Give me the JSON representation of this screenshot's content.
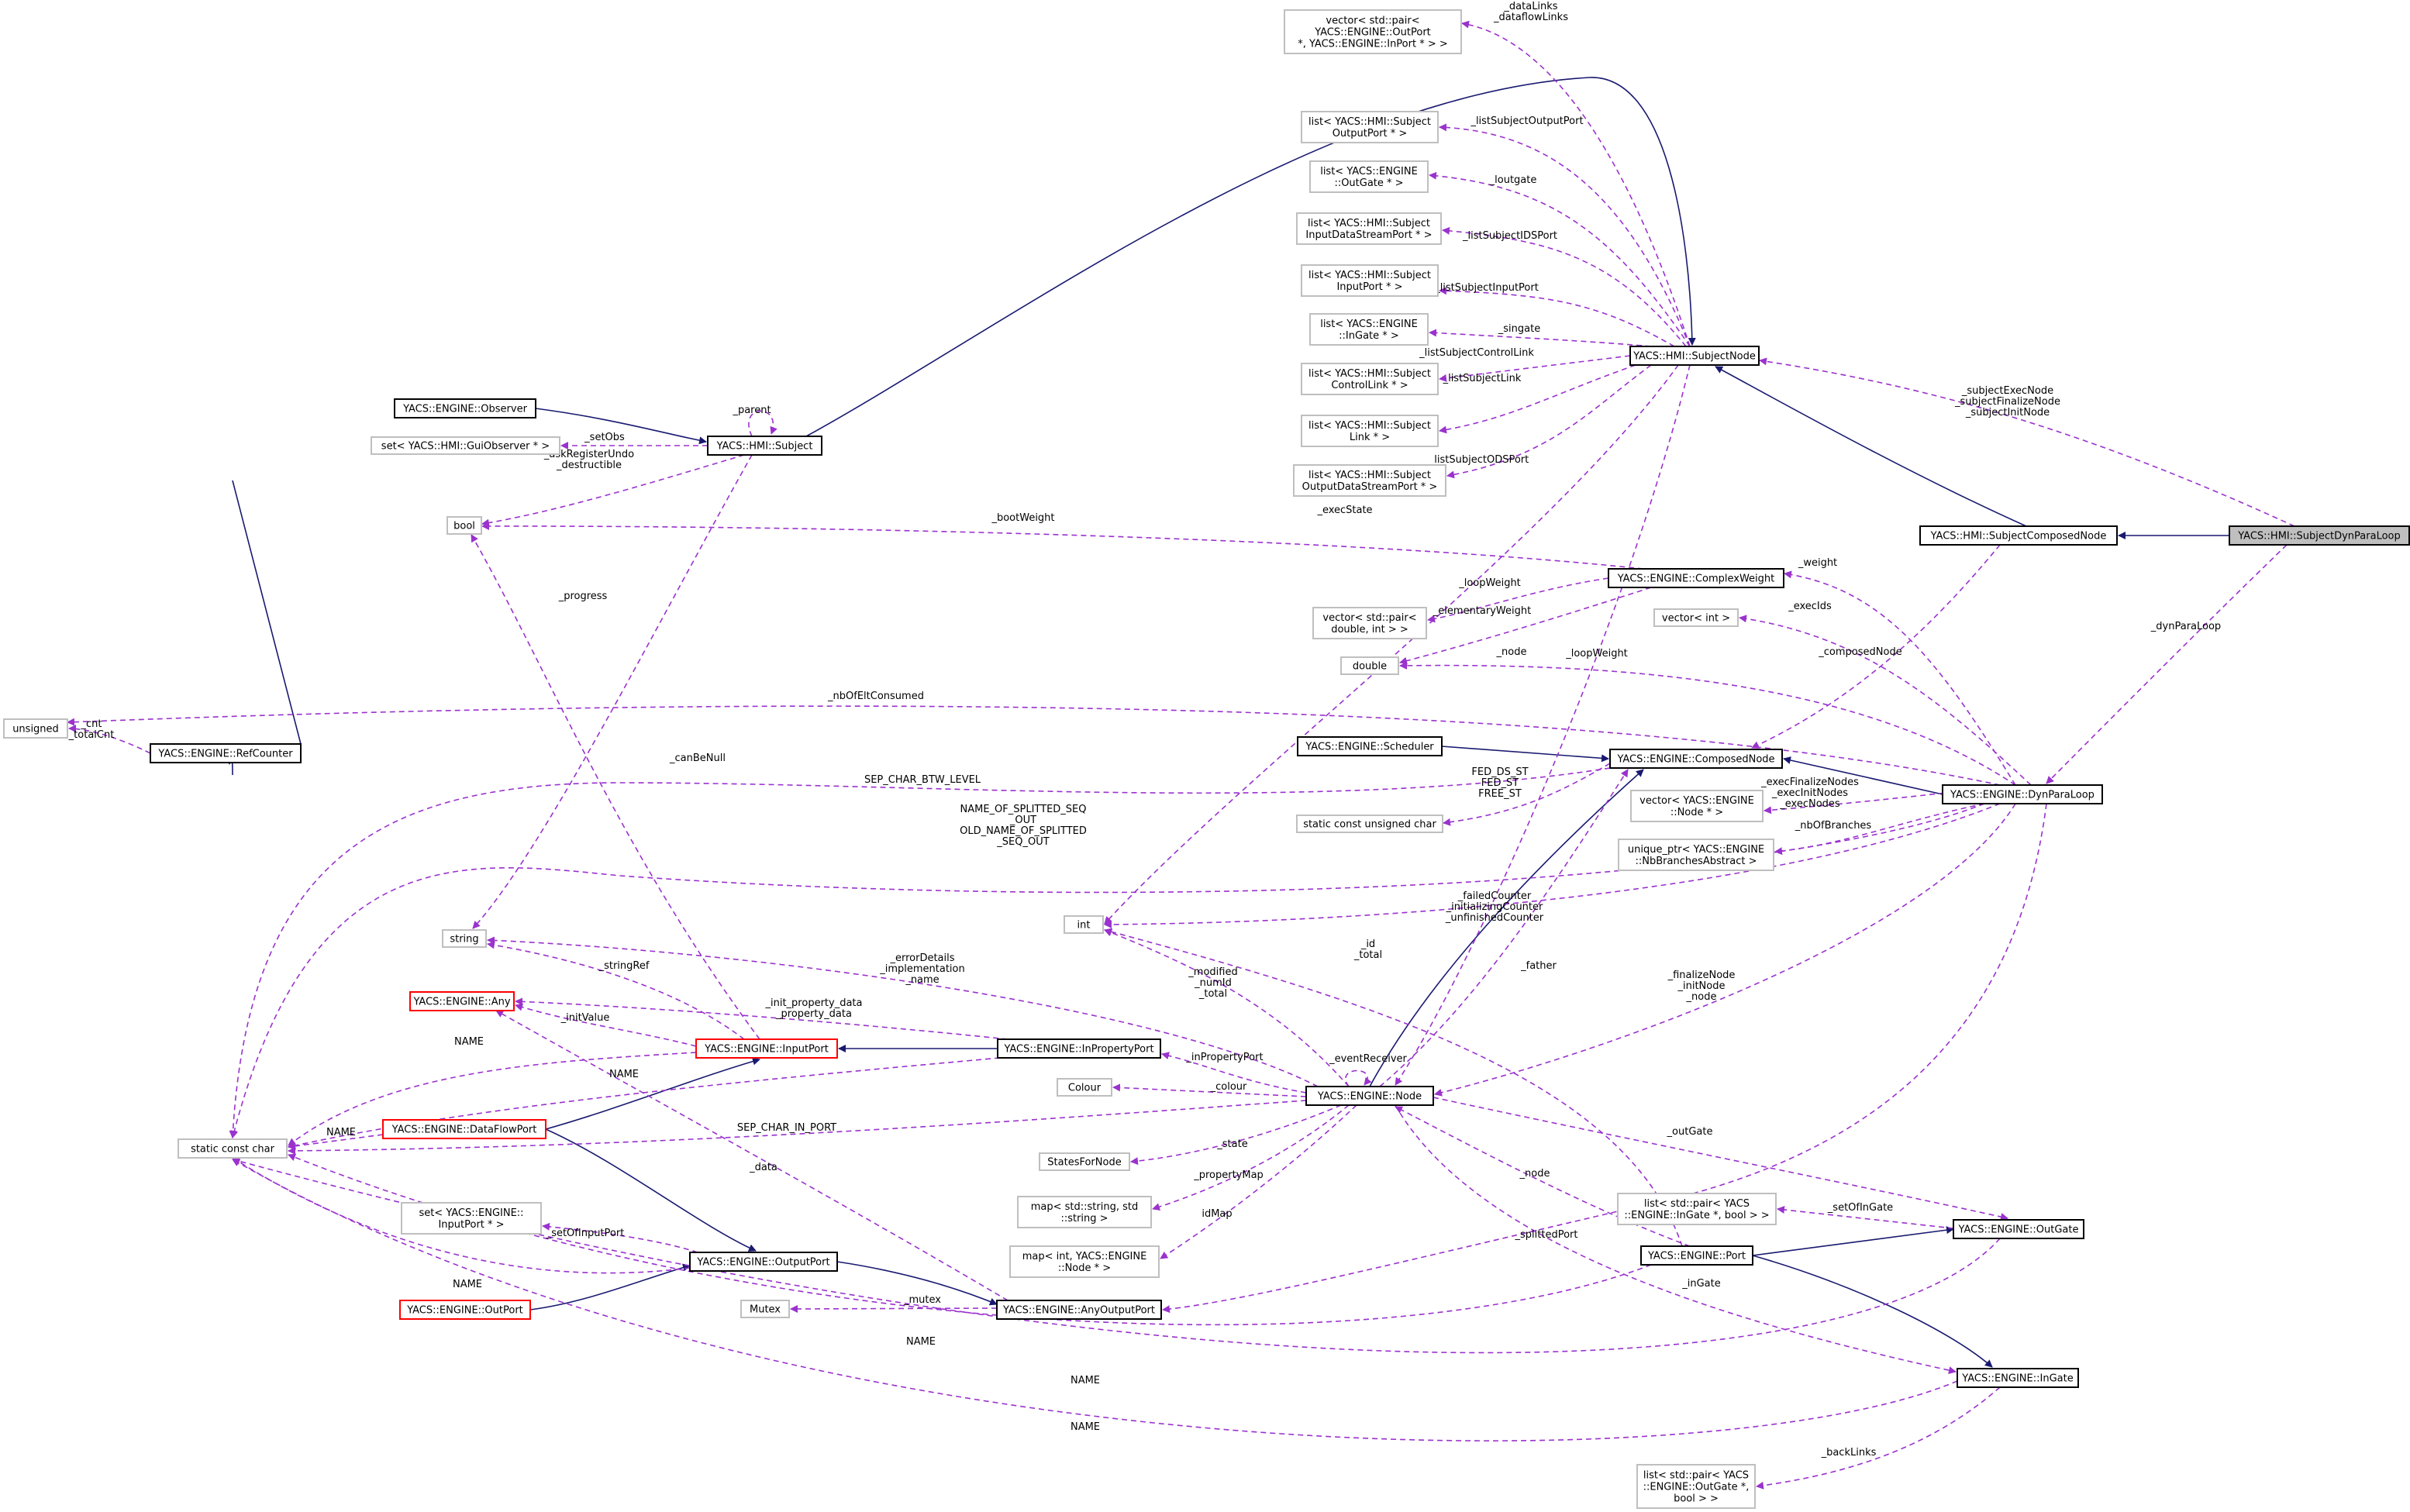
{
  "colors": {
    "inheritance": "#191970",
    "usage": "#9a32cd",
    "strong_border": "#000000",
    "weak_border": "#bfbfbf",
    "incomplete_border": "#ff0000",
    "highlight_fill": "#bfbfbf"
  },
  "nodes": [
    {
      "id": "dynParaLoopSubject",
      "lines": [
        "YACS::HMI::SubjectDynParaLoop"
      ],
      "style": "highlight"
    },
    {
      "id": "subjectComposedNode",
      "lines": [
        "YACS::HMI::SubjectComposedNode"
      ],
      "style": "strong"
    },
    {
      "id": "subjectNode",
      "lines": [
        "YACS::HMI::SubjectNode"
      ],
      "style": "strong"
    },
    {
      "id": "subject",
      "lines": [
        "YACS::HMI::Subject"
      ],
      "style": "strong"
    },
    {
      "id": "observer",
      "lines": [
        "YACS::ENGINE::Observer"
      ],
      "style": "strong"
    },
    {
      "id": "setGuiObserver",
      "lines": [
        "set< YACS::HMI::GuiObserver * >"
      ],
      "style": "weak"
    },
    {
      "id": "bool",
      "lines": [
        "bool"
      ],
      "style": "weak"
    },
    {
      "id": "vecPairOutIn",
      "lines": [
        "vector< std::pair<",
        "YACS::ENGINE::OutPort",
        "*, YACS::ENGINE::InPort * > >"
      ],
      "style": "weak"
    },
    {
      "id": "listSubjOutPort",
      "lines": [
        "list< YACS::HMI::Subject",
        "OutputPort * >"
      ],
      "style": "weak"
    },
    {
      "id": "listOutGate",
      "lines": [
        "list< YACS::ENGINE",
        "::OutGate * >"
      ],
      "style": "weak"
    },
    {
      "id": "listSubjInDS",
      "lines": [
        "list< YACS::HMI::Subject",
        "InputDataStreamPort * >"
      ],
      "style": "weak"
    },
    {
      "id": "listSubjInPort",
      "lines": [
        "list< YACS::HMI::Subject",
        "InputPort * >"
      ],
      "style": "weak"
    },
    {
      "id": "listInGate",
      "lines": [
        "list< YACS::ENGINE",
        "::InGate * >"
      ],
      "style": "weak"
    },
    {
      "id": "listSubjCtrlLink",
      "lines": [
        "list< YACS::HMI::Subject",
        "ControlLink * >"
      ],
      "style": "weak"
    },
    {
      "id": "listSubjLink",
      "lines": [
        "list< YACS::HMI::Subject",
        "Link * >"
      ],
      "style": "weak"
    },
    {
      "id": "listSubjOutDS",
      "lines": [
        "list< YACS::HMI::Subject",
        "OutputDataStreamPort * >"
      ],
      "style": "weak"
    },
    {
      "id": "complexWeight",
      "lines": [
        "YACS::ENGINE::ComplexWeight"
      ],
      "style": "strong"
    },
    {
      "id": "vecPairDoubleInt",
      "lines": [
        "vector< std::pair<",
        "double, int > >"
      ],
      "style": "weak"
    },
    {
      "id": "double",
      "lines": [
        "double"
      ],
      "style": "weak"
    },
    {
      "id": "vecInt",
      "lines": [
        "vector< int >"
      ],
      "style": "weak"
    },
    {
      "id": "unsigned",
      "lines": [
        "unsigned"
      ],
      "style": "weak"
    },
    {
      "id": "refCounter",
      "lines": [
        "YACS::ENGINE::RefCounter"
      ],
      "style": "strong"
    },
    {
      "id": "scheduler",
      "lines": [
        "YACS::ENGINE::Scheduler"
      ],
      "style": "strong"
    },
    {
      "id": "composedNode",
      "lines": [
        "YACS::ENGINE::ComposedNode"
      ],
      "style": "strong"
    },
    {
      "id": "dynParaLoop",
      "lines": [
        "YACS::ENGINE::DynParaLoop"
      ],
      "style": "strong"
    },
    {
      "id": "staticConstUChar",
      "lines": [
        "static const unsigned char"
      ],
      "style": "weak"
    },
    {
      "id": "vecNodePtr",
      "lines": [
        "vector< YACS::ENGINE",
        "::Node * >"
      ],
      "style": "weak"
    },
    {
      "id": "uniqueNbBranches",
      "lines": [
        "unique_ptr< YACS::ENGINE",
        "::NbBranchesAbstract >"
      ],
      "style": "weak"
    },
    {
      "id": "int",
      "lines": [
        "int"
      ],
      "style": "weak"
    },
    {
      "id": "string",
      "lines": [
        "string"
      ],
      "style": "weak"
    },
    {
      "id": "any",
      "lines": [
        "YACS::ENGINE::Any"
      ],
      "style": "incomplete"
    },
    {
      "id": "inputPort",
      "lines": [
        "YACS::ENGINE::InputPort"
      ],
      "style": "incomplete"
    },
    {
      "id": "inPropertyPort",
      "lines": [
        "YACS::ENGINE::InPropertyPort"
      ],
      "style": "strong"
    },
    {
      "id": "colour",
      "lines": [
        "Colour"
      ],
      "style": "weak"
    },
    {
      "id": "node",
      "lines": [
        "YACS::ENGINE::Node"
      ],
      "style": "strong"
    },
    {
      "id": "dataFlowPort",
      "lines": [
        "YACS::ENGINE::DataFlowPort"
      ],
      "style": "incomplete"
    },
    {
      "id": "staticConstChar",
      "lines": [
        "static const char"
      ],
      "style": "weak"
    },
    {
      "id": "statesForNode",
      "lines": [
        "StatesForNode"
      ],
      "style": "weak"
    },
    {
      "id": "mapStringString",
      "lines": [
        "map< std::string, std",
        "::string >"
      ],
      "style": "weak"
    },
    {
      "id": "mapIntNode",
      "lines": [
        "map< int, YACS::ENGINE",
        "::Node * >"
      ],
      "style": "weak"
    },
    {
      "id": "setInputPort",
      "lines": [
        "set< YACS::ENGINE::",
        "InputPort * >"
      ],
      "style": "weak"
    },
    {
      "id": "outputPort",
      "lines": [
        "YACS::ENGINE::OutputPort"
      ],
      "style": "strong"
    },
    {
      "id": "outPort",
      "lines": [
        "YACS::ENGINE::OutPort"
      ],
      "style": "incomplete"
    },
    {
      "id": "mutex",
      "lines": [
        "Mutex"
      ],
      "style": "weak"
    },
    {
      "id": "anyOutputPort",
      "lines": [
        "YACS::ENGINE::AnyOutputPort"
      ],
      "style": "strong"
    },
    {
      "id": "listPairInGate",
      "lines": [
        "list< std::pair< YACS",
        "::ENGINE::InGate *, bool > >"
      ],
      "style": "weak"
    },
    {
      "id": "outGate",
      "lines": [
        "YACS::ENGINE::OutGate"
      ],
      "style": "strong"
    },
    {
      "id": "port",
      "lines": [
        "YACS::ENGINE::Port"
      ],
      "style": "strong"
    },
    {
      "id": "inGate",
      "lines": [
        "YACS::ENGINE::InGate"
      ],
      "style": "strong"
    },
    {
      "id": "listPairOutGate",
      "lines": [
        "list< std::pair< YACS",
        "::ENGINE::OutGate *,",
        "bool > >"
      ],
      "style": "weak"
    }
  ],
  "edges": [
    {
      "from": "subjectComposedNode",
      "to": "dynParaLoopSubject",
      "kind": "inherit"
    },
    {
      "from": "subjectNode",
      "to": "subjectComposedNode",
      "kind": "inherit"
    },
    {
      "from": "subject",
      "to": "subjectNode",
      "kind": "inherit"
    },
    {
      "from": "observer",
      "to": "subject",
      "kind": "inherit"
    },
    {
      "from": "refCounter",
      "to": "any",
      "kind": "inherit"
    },
    {
      "from": "scheduler",
      "to": "composedNode",
      "kind": "inherit"
    },
    {
      "from": "composedNode",
      "to": "dynParaLoop",
      "kind": "inherit"
    },
    {
      "from": "node",
      "to": "composedNode",
      "kind": "inherit"
    },
    {
      "from": "inputPort",
      "to": "inPropertyPort",
      "kind": "inherit"
    },
    {
      "from": "dataFlowPort",
      "to": "inputPort",
      "kind": "inherit"
    },
    {
      "from": "dataFlowPort",
      "to": "outputPort",
      "kind": "inherit"
    },
    {
      "from": "outPort",
      "to": "outputPort",
      "kind": "inherit"
    },
    {
      "from": "outputPort",
      "to": "anyOutputPort",
      "kind": "inherit"
    },
    {
      "from": "port",
      "to": "outGate",
      "kind": "inherit"
    },
    {
      "from": "port",
      "to": "inGate",
      "kind": "inherit"
    },
    {
      "from": "dynParaLoopSubject",
      "to": "subjectNode",
      "kind": "use",
      "label": [
        "_subjectExecNode",
        "_subjectFinalizeNode",
        "_subjectInitNode"
      ]
    },
    {
      "from": "dynParaLoopSubject",
      "to": "dynParaLoop",
      "kind": "use",
      "label": [
        "_dynParaLoop"
      ]
    },
    {
      "from": "subjectComposedNode",
      "to": "composedNode",
      "kind": "use",
      "label": [
        "_composedNode"
      ]
    },
    {
      "from": "subjectNode",
      "to": "vecPairOutIn",
      "kind": "use",
      "label": [
        "_dataLinks",
        "_dataflowLinks"
      ]
    },
    {
      "from": "subjectNode",
      "to": "listSubjOutPort",
      "kind": "use",
      "label": [
        "_listSubjectOutputPort"
      ]
    },
    {
      "from": "subjectNode",
      "to": "listOutGate",
      "kind": "use",
      "label": [
        "_loutgate"
      ]
    },
    {
      "from": "subjectNode",
      "to": "listSubjInDS",
      "kind": "use",
      "label": [
        "_listSubjectIDSPort"
      ]
    },
    {
      "from": "subjectNode",
      "to": "listSubjInPort",
      "kind": "use",
      "label": [
        "_listSubjectInputPort"
      ]
    },
    {
      "from": "subjectNode",
      "to": "listInGate",
      "kind": "use",
      "label": [
        "_singate"
      ]
    },
    {
      "from": "subjectNode",
      "to": "listSubjCtrlLink",
      "kind": "use",
      "label": [
        "_listSubjectControlLink"
      ]
    },
    {
      "from": "subjectNode",
      "to": "listSubjLink",
      "kind": "use",
      "label": [
        "_listSubjectLink"
      ]
    },
    {
      "from": "subjectNode",
      "to": "listSubjOutDS",
      "kind": "use",
      "label": [
        "_listSubjectODSPort"
      ]
    },
    {
      "from": "subjectNode",
      "to": "int",
      "kind": "use",
      "label": [
        "_execState"
      ]
    },
    {
      "from": "subjectNode",
      "to": "node",
      "kind": "use",
      "label": [
        "_node"
      ]
    },
    {
      "from": "subject",
      "to": "subject",
      "kind": "use",
      "label": [
        "_parent"
      ]
    },
    {
      "from": "subject",
      "to": "setGuiObserver",
      "kind": "use",
      "label": [
        "_setObs"
      ]
    },
    {
      "from": "subject",
      "to": "bool",
      "kind": "use",
      "label": [
        "_askRegisterUndo",
        "_destructible"
      ]
    },
    {
      "from": "subject",
      "to": "string",
      "kind": "use",
      "label": [
        "_progress"
      ]
    },
    {
      "from": "complexWeight",
      "to": "bool",
      "kind": "use",
      "label": [
        "_bootWeight"
      ]
    },
    {
      "from": "complexWeight",
      "to": "vecPairDoubleInt",
      "kind": "use",
      "label": [
        "_loopWeight"
      ]
    },
    {
      "from": "complexWeight",
      "to": "double",
      "kind": "use",
      "label": [
        "_elementaryWeight"
      ]
    },
    {
      "from": "dynParaLoop",
      "to": "complexWeight",
      "kind": "use",
      "label": [
        "_weight"
      ]
    },
    {
      "from": "dynParaLoop",
      "to": "vecInt",
      "kind": "use",
      "label": [
        "_execIds"
      ]
    },
    {
      "from": "dynParaLoop",
      "to": "double",
      "kind": "use",
      "label": [
        "_loopWeight"
      ]
    },
    {
      "from": "dynParaLoop",
      "to": "unsigned",
      "kind": "use",
      "label": [
        "_nbOfEltConsumed"
      ]
    },
    {
      "from": "dynParaLoop",
      "to": "vecNodePtr",
      "kind": "use",
      "label": [
        "_execFinalizeNodes",
        "_execInitNodes",
        "_execNodes"
      ]
    },
    {
      "from": "dynParaLoop",
      "to": "uniqueNbBranches",
      "kind": "use",
      "label": [
        "_nbOfBranches"
      ]
    },
    {
      "from": "dynParaLoop",
      "to": "staticConstChar",
      "kind": "use",
      "label": [
        "NAME_OF_SPLITTED_SEQ",
        "_OUT",
        "OLD_NAME_OF_SPLITTED",
        "_SEQ_OUT"
      ]
    },
    {
      "from": "dynParaLoop",
      "to": "int",
      "kind": "use",
      "label": [
        "_failedCounter",
        "_initializingCounter",
        "_unfinishedCounter"
      ]
    },
    {
      "from": "dynParaLoop",
      "to": "node",
      "kind": "use",
      "label": [
        "_finalizeNode",
        "_initNode",
        "_node"
      ]
    },
    {
      "from": "dynParaLoop",
      "to": "anyOutputPort",
      "kind": "use",
      "label": [
        "_splittedPort"
      ]
    },
    {
      "from": "refCounter",
      "to": "unsigned",
      "kind": "use",
      "label": [
        "_cnt",
        "_totalCnt"
      ]
    },
    {
      "from": "composedNode",
      "to": "staticConstUChar",
      "kind": "use",
      "label": [
        "FED_DS_ST",
        "FED_ST",
        "FREE_ST"
      ]
    },
    {
      "from": "composedNode",
      "to": "staticConstChar",
      "kind": "use",
      "label": [
        "SEP_CHAR_BTW_LEVEL"
      ]
    },
    {
      "from": "node",
      "to": "int",
      "kind": "use",
      "label": [
        "_modified",
        "_numId",
        "_total"
      ]
    },
    {
      "from": "node",
      "to": "string",
      "kind": "use",
      "label": [
        "_errorDetails",
        "_implementation",
        "_name"
      ]
    },
    {
      "from": "node",
      "to": "composedNode",
      "kind": "use",
      "label": [
        "_father"
      ]
    },
    {
      "from": "node",
      "to": "node",
      "kind": "use",
      "label": [
        "_eventReceiver"
      ]
    },
    {
      "from": "node",
      "to": "inPropertyPort",
      "kind": "use",
      "label": [
        "_inPropertyPort"
      ]
    },
    {
      "from": "node",
      "to": "colour",
      "kind": "use",
      "label": [
        "_colour"
      ]
    },
    {
      "from": "node",
      "to": "staticConstChar",
      "kind": "use",
      "label": [
        "SEP_CHAR_IN_PORT"
      ]
    },
    {
      "from": "node",
      "to": "statesForNode",
      "kind": "use",
      "label": [
        "_state"
      ]
    },
    {
      "from": "node",
      "to": "mapStringString",
      "kind": "use",
      "label": [
        "_propertyMap"
      ]
    },
    {
      "from": "node",
      "to": "mapIntNode",
      "kind": "use",
      "label": [
        "idMap"
      ]
    },
    {
      "from": "node",
      "to": "outGate",
      "kind": "use",
      "label": [
        "_outGate"
      ]
    },
    {
      "from": "node",
      "to": "inGate",
      "kind": "use",
      "label": [
        "_inGate"
      ]
    },
    {
      "from": "port",
      "to": "node",
      "kind": "use",
      "label": [
        "_node"
      ]
    },
    {
      "from": "port",
      "to": "int",
      "kind": "use",
      "label": [
        "_id",
        "_total"
      ]
    },
    {
      "from": "port",
      "to": "staticConstChar",
      "kind": "use",
      "label": [
        "NAME"
      ]
    },
    {
      "from": "inputPort",
      "to": "bool",
      "kind": "use",
      "label": [
        "_canBeNull"
      ]
    },
    {
      "from": "inputPort",
      "to": "string",
      "kind": "use",
      "label": [
        "_stringRef"
      ]
    },
    {
      "from": "inputPort",
      "to": "any",
      "kind": "use",
      "label": [
        "_initValue"
      ]
    },
    {
      "from": "inputPort",
      "to": "staticConstChar",
      "kind": "use",
      "label": [
        "NAME"
      ]
    },
    {
      "from": "inPropertyPort",
      "to": "any",
      "kind": "use",
      "label": [
        "_init_property_data",
        "_property_data"
      ]
    },
    {
      "from": "inPropertyPort",
      "to": "staticConstChar",
      "kind": "use",
      "label": [
        "NAME"
      ]
    },
    {
      "from": "dataFlowPort",
      "to": "staticConstChar",
      "kind": "use",
      "label": [
        "NAME"
      ]
    },
    {
      "from": "outputPort",
      "to": "setInputPort",
      "kind": "use",
      "label": [
        "_setOfInputPort"
      ]
    },
    {
      "from": "outputPort",
      "to": "staticConstChar",
      "kind": "use",
      "label": [
        "NAME"
      ]
    },
    {
      "from": "anyOutputPort",
      "to": "any",
      "kind": "use",
      "label": [
        "_data"
      ]
    },
    {
      "from": "anyOutputPort",
      "to": "mutex",
      "kind": "use",
      "label": [
        "_mutex"
      ]
    },
    {
      "from": "outGate",
      "to": "listPairInGate",
      "kind": "use",
      "label": [
        "_setOfInGate"
      ]
    },
    {
      "from": "outGate",
      "to": "staticConstChar",
      "kind": "use",
      "label": [
        "NAME"
      ]
    },
    {
      "from": "inGate",
      "to": "listPairOutGate",
      "kind": "use",
      "label": [
        "_backLinks"
      ]
    },
    {
      "from": "inGate",
      "to": "staticConstChar",
      "kind": "use",
      "label": [
        "NAME"
      ]
    }
  ]
}
